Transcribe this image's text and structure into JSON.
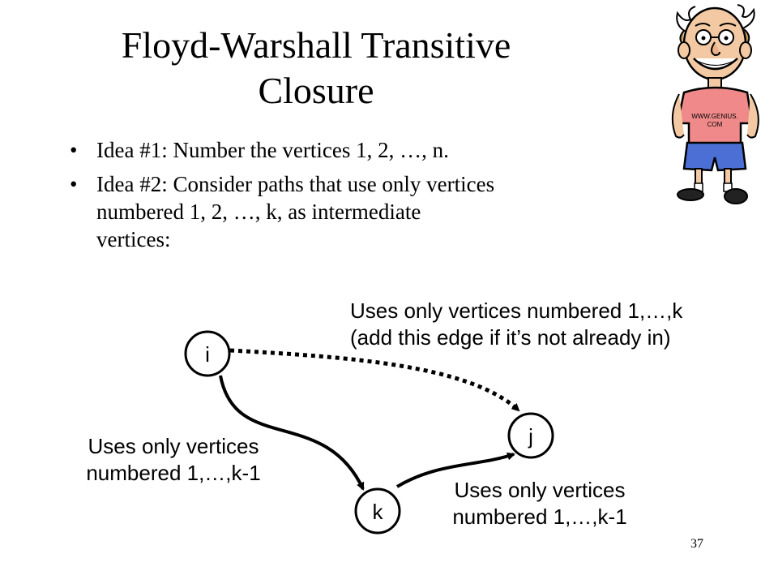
{
  "slide": {
    "title_line1": "Floyd-Warshall Transitive",
    "title_line2": "Closure",
    "bullets": [
      {
        "marker": "•",
        "lines": [
          "Idea #1: Number the vertices 1, 2, …, n."
        ]
      },
      {
        "marker": "•",
        "lines": [
          "Idea #2: Consider paths that use only vertices",
          "numbered 1, 2, …, k, as intermediate",
          "vertices:"
        ]
      }
    ],
    "page_number": "37",
    "cartoon_shirt_text": [
      "WWW.GENIUS.",
      "COM"
    ]
  },
  "diagram": {
    "nodes": {
      "i": "i",
      "j": "j",
      "k": "k"
    },
    "labels": {
      "direct": [
        "Uses only vertices numbered 1,…,k",
        "(add this edge if it’s not already in)"
      ],
      "ik": [
        "Uses only vertices",
        "numbered 1,…,k-1"
      ],
      "kj": [
        "Uses only vertices",
        "numbered 1,…,k-1"
      ]
    }
  }
}
